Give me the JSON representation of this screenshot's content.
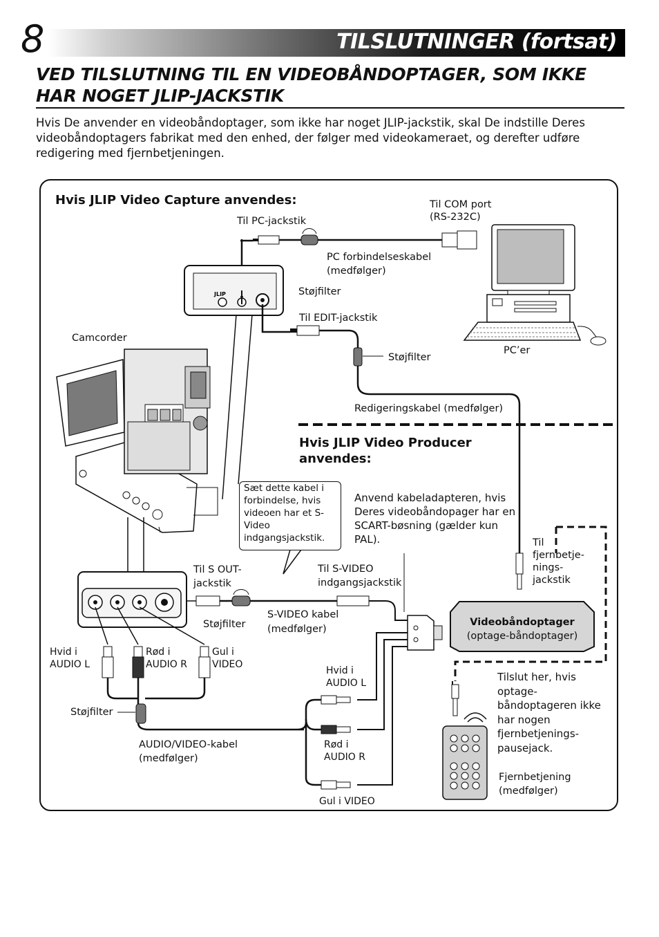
{
  "page": {
    "number": "8",
    "title": "TILSLUTNINGER (fortsat)",
    "heading": "VED TILSLUTNING TIL EN VIDEOBÅNDOPTAGER, SOM IKKE HAR NOGET JLIP-JACKSTIK",
    "intro": "Hvis De anvender en videobåndoptager, som ikke har noget JLIP-jackstik, skal De indstille Deres videobåndoptagers fabrikat med den enhed, der følger med videokameraet, og derefter udføre redigering med fjernbetjeningen."
  },
  "diagram": {
    "section_capture": "Hvis JLIP Video Capture anvendes:",
    "section_producer": "Hvis JLIP Video Producer anvendes:",
    "jlip_port_label": "JLIP",
    "labels": {
      "com_port_1": "Til COM port",
      "com_port_2": "(RS-232C)",
      "pc_jack": "Til PC-jackstik",
      "pc_cable_1": "PC forbindelseskabel",
      "pc_cable_2": "(medfølger)",
      "noise_filter_1": "Støjfilter",
      "edit_jack": "Til EDIT-jackstik",
      "camcorder": "Camcorder",
      "noise_filter_2": "Støjfilter",
      "pc": "PC’er",
      "edit_cable": "Redigeringskabel (medfølger)",
      "callout": "Sæt dette kabel i forbindelse, hvis videoen har et S-Video indgangsjackstik.",
      "adapter_note": "Anvend kabeladapteren, hvis Deres videobåndopager har en SCART-bøsning (gælder kun PAL).",
      "remote_jack": "Til fjernbetje- nings- jackstik",
      "s_out_1": "Til S OUT-",
      "s_out_2": "jackstik",
      "s_video_in_1": "Til S-VIDEO",
      "s_video_in_2": "indgangsjackstik",
      "noise_filter_3": "Støjfilter",
      "s_video_cable_1": "S-VIDEO kabel",
      "s_video_cable_2": "(medfølger)",
      "vcr_title": "Videobåndoptager",
      "vcr_sub": "(optage-båndoptager)",
      "white_audio_l_1": "Hvid i",
      "white_audio_l_2": "AUDIO L",
      "red_audio_r_1": "Rød i",
      "red_audio_r_2": "AUDIO R",
      "yellow_video_1": "Gul i",
      "yellow_video_2": "VIDEO",
      "white_audio_l_b_1": "Hvid i",
      "white_audio_l_b_2": "AUDIO L",
      "connect_here": "Tilslut her, hvis optage- båndoptageren ikke har nogen fjernbetjenings- pausejack.",
      "noise_filter_4": "Støjfilter",
      "red_audio_r_b_1": "Rød i",
      "red_audio_r_b_2": "AUDIO R",
      "av_cable_1": "AUDIO/VIDEO-kabel",
      "av_cable_2": "(medfølger)",
      "remote_1": "Fjernbetjening",
      "remote_2": "(medfølger)",
      "yellow_video_b": "Gul i VIDEO"
    }
  }
}
